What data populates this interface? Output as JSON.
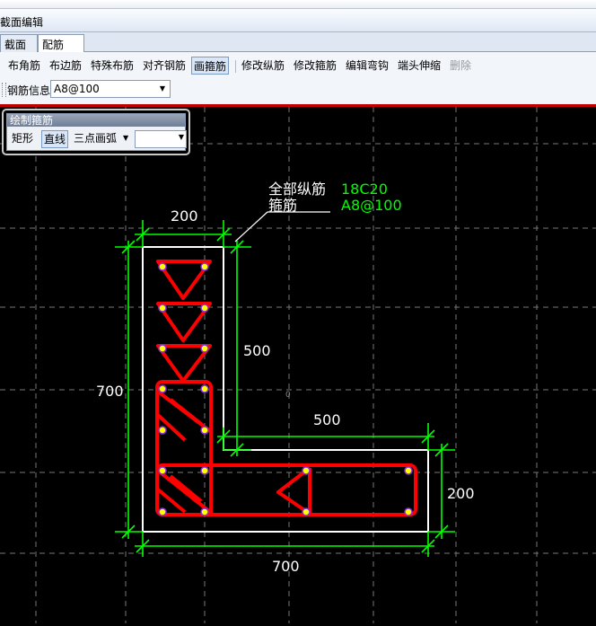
{
  "window": {
    "title": "截面编辑"
  },
  "tabs": [
    {
      "label": "截面"
    },
    {
      "label": "配筋"
    }
  ],
  "toolbar": {
    "buttons": [
      {
        "label": "布角筋"
      },
      {
        "label": "布边筋"
      },
      {
        "label": "特殊布筋"
      },
      {
        "label": "对齐钢筋"
      },
      {
        "label": "画箍筋"
      },
      {
        "label": "修改纵筋"
      },
      {
        "label": "修改箍筋"
      },
      {
        "label": "编辑弯钩"
      },
      {
        "label": "端头伸缩"
      },
      {
        "label": "删除"
      }
    ],
    "rebar_info_label": "钢筋信息",
    "rebar_info_value": "A8@100"
  },
  "draw_panel": {
    "title": "绘制箍筋",
    "buttons": [
      {
        "label": "矩形"
      },
      {
        "label": "直线"
      },
      {
        "label": "三点画弧"
      }
    ],
    "dropdown_value": ""
  },
  "drawing": {
    "annotation": {
      "all_long_bars_label": "全部纵筋",
      "all_long_bars_value": "18C20",
      "stirrup_label": "箍筋",
      "stirrup_value": "A8@100"
    },
    "dimensions": {
      "top_width": "200",
      "left_height": "700",
      "inner_height": "500",
      "inner_width": "500",
      "right_height": "200",
      "bottom_width": "700"
    },
    "colors": {
      "dim": "#00ff00",
      "outline": "#ffffff",
      "stirrup": "#ff0000",
      "bar": "#ffff00",
      "bar_ring": "#8a2be2",
      "text": "#ffffff",
      "value_text": "#00ff00"
    }
  }
}
